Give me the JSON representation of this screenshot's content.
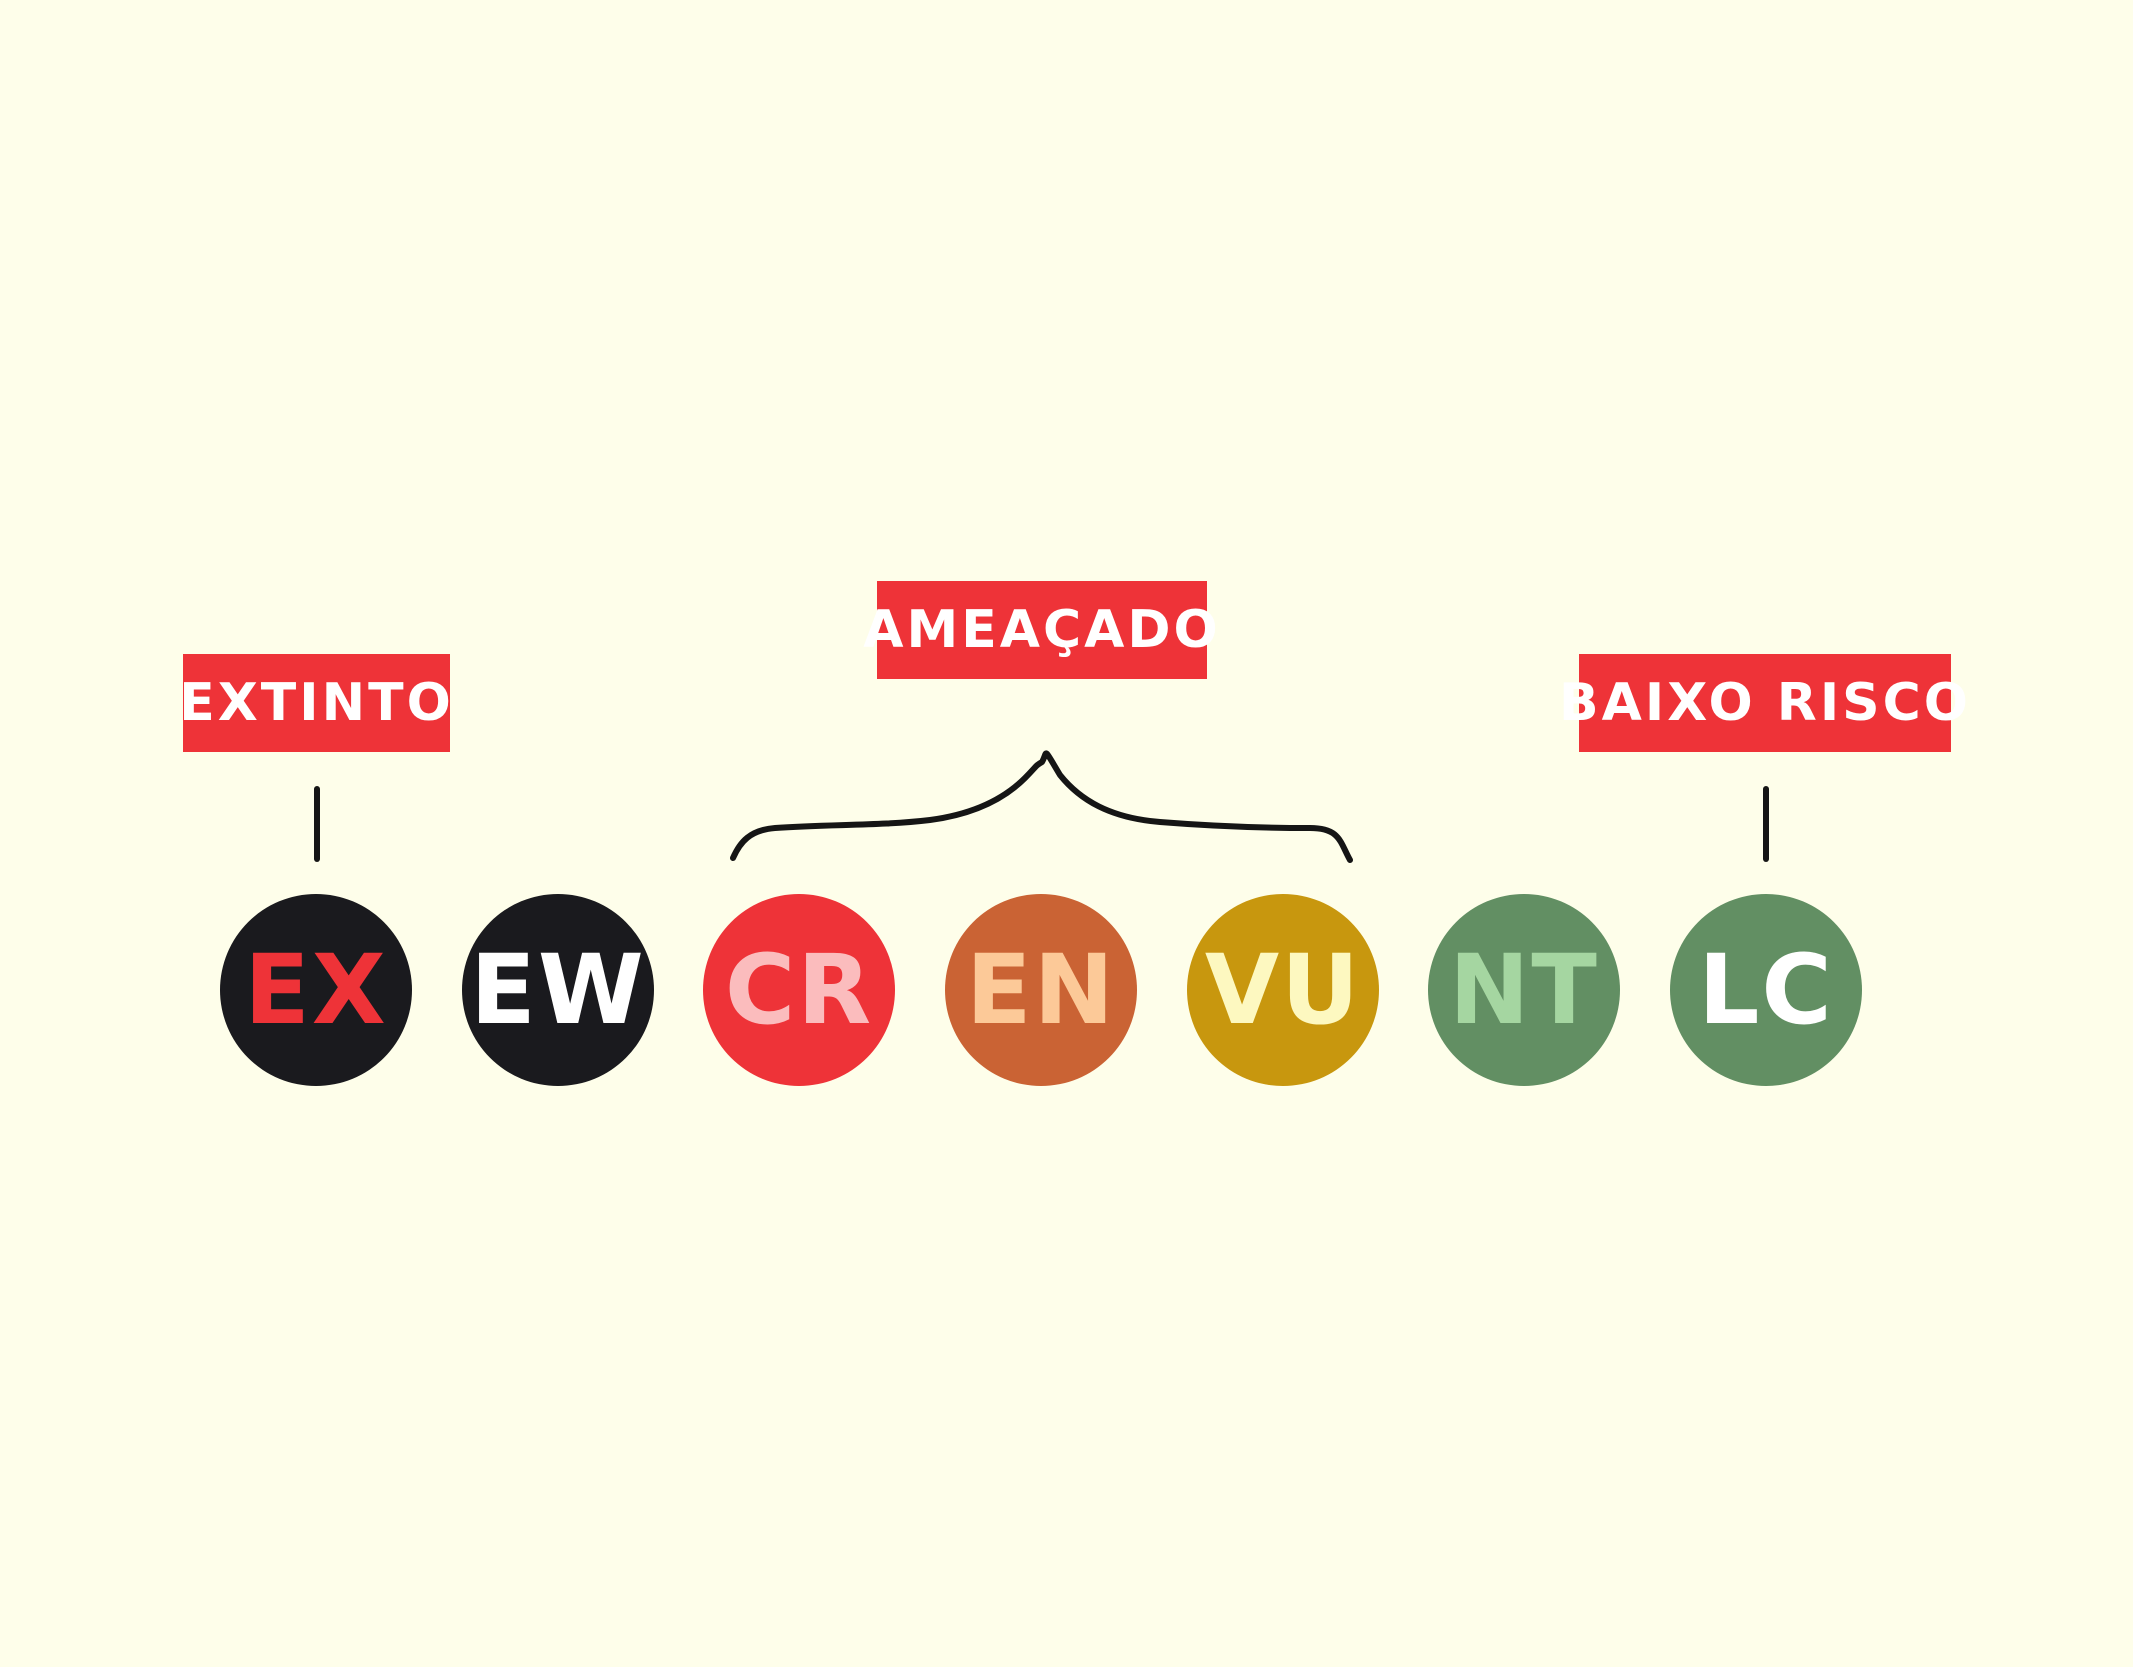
{
  "groups": {
    "extinct": "EXTINTO",
    "threatened": "AMEAÇADO",
    "low_risk": "BAIXO RISCO"
  },
  "statuses": [
    {
      "code": "EX",
      "circle_color": "#1a1a1e",
      "text_color": "#ee3338"
    },
    {
      "code": "EW",
      "circle_color": "#1a1a1e",
      "text_color": "#ffffff"
    },
    {
      "code": "CR",
      "circle_color": "#ee3338",
      "text_color": "#fbbcbd"
    },
    {
      "code": "EN",
      "circle_color": "#ca6334",
      "text_color": "#fcc998"
    },
    {
      "code": "VU",
      "circle_color": "#c8970e",
      "text_color": "#fdf8c0"
    },
    {
      "code": "NT",
      "circle_color": "#628f63",
      "text_color": "#a5d6a1"
    },
    {
      "code": "LC",
      "circle_color": "#628f63",
      "text_color": "#ffffff"
    }
  ],
  "colors": {
    "background": "#fefeea",
    "label_background": "#ee3338",
    "label_text": "#ffffff",
    "connector": "#151515"
  }
}
